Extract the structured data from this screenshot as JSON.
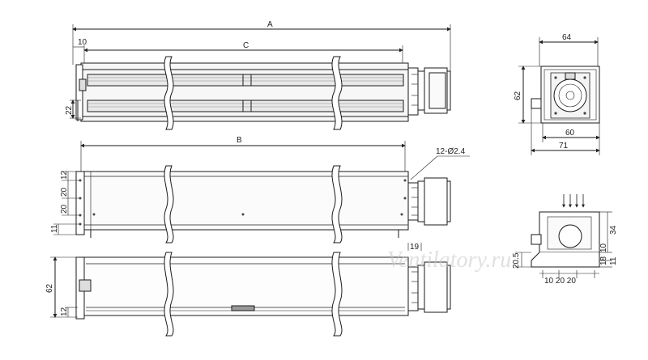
{
  "dimensions": {
    "A": "A",
    "C": "C",
    "B": "B",
    "d10_top": "10",
    "d22": "22",
    "d12_mid": "12",
    "d20_mid_a": "20",
    "d20_mid_b": "20",
    "d11_mid": "11",
    "d19": "19",
    "d62_bottom": "62",
    "d12_bottom": "12",
    "holes": "12-Ø2.4",
    "side_64": "64",
    "side_62": "62",
    "side_60": "60",
    "side_71": "71",
    "side_34": "34",
    "side_11": "11",
    "side_18": "18",
    "side_10": "10",
    "side_205": "20.5",
    "side_10_20_20": "10 20 20"
  },
  "watermark": "Ventilatory.ru",
  "colors": {
    "line": "#1a1a1a",
    "fill": "#f2f2f2",
    "dark": "#7a7a7a",
    "dim": "#333333"
  }
}
